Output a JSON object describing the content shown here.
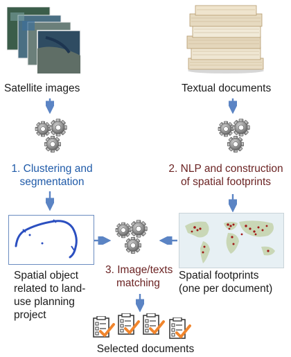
{
  "inputs": {
    "satellite_label": "Satellite images",
    "textual_label": "Textual documents"
  },
  "steps": {
    "step1_line1": "1. Clustering and",
    "step1_line2": "segmentation",
    "step2_line1": "2. NLP and construction",
    "step2_line2": "of spatial footprints",
    "step3_line1": "3. Image/texts",
    "step3_line2": "matching"
  },
  "outputs": {
    "spatial_object_line1": "Spatial object",
    "spatial_object_line2": "related to land-",
    "spatial_object_line3": "use planning",
    "spatial_object_line4": "project",
    "footprints_line1": "Spatial footprints",
    "footprints_line2": "(one per document)",
    "selected_label": "Selected documents"
  },
  "colors": {
    "arrow": "#5b84c4",
    "gear": "#8f8f8f",
    "step_blue": "#1f5aa8",
    "step_brown": "#6b2323",
    "check": "#f0852d"
  },
  "icons": [
    "satellite-images-icon",
    "paper-stack-icon",
    "gear-icon",
    "map-icon",
    "checklist-icon"
  ]
}
